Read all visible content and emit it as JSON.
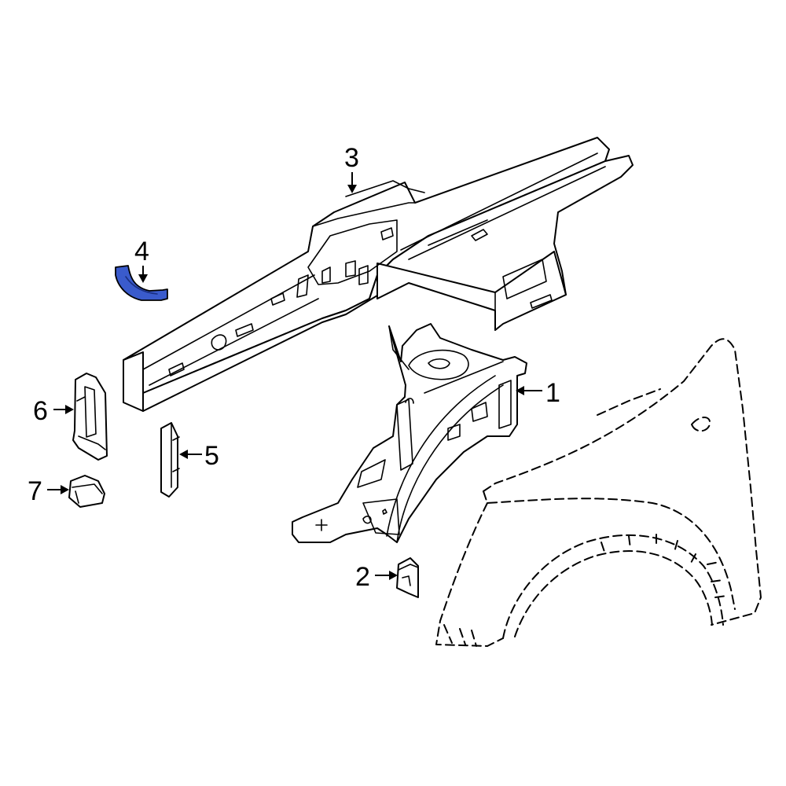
{
  "colors": {
    "highlight": "#3a5bcc",
    "line": "#000000",
    "background": "#ffffff"
  },
  "callouts": [
    {
      "id": "c1",
      "label": "1"
    },
    {
      "id": "c2",
      "label": "2"
    },
    {
      "id": "c3",
      "label": "3"
    },
    {
      "id": "c4",
      "label": "4"
    },
    {
      "id": "c5",
      "label": "5"
    },
    {
      "id": "c6",
      "label": "6"
    },
    {
      "id": "c7",
      "label": "7"
    }
  ],
  "highlighted_callout": "4"
}
